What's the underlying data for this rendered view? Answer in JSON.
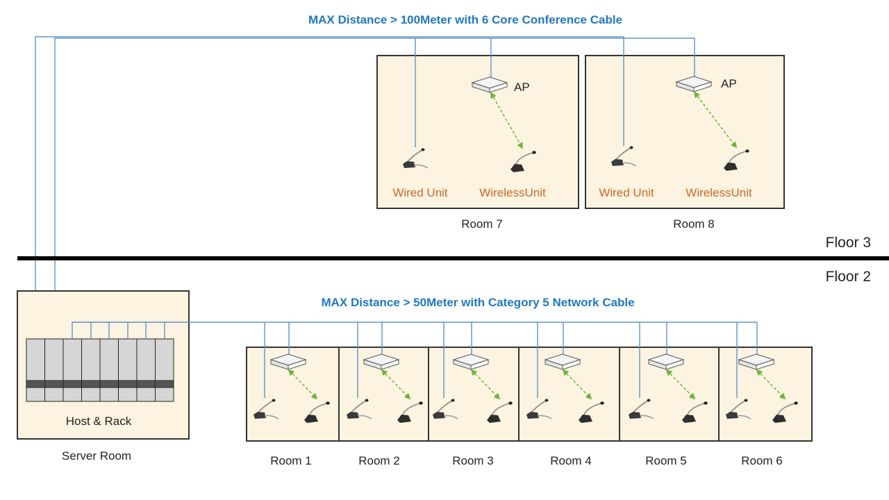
{
  "titles": {
    "floor3_cable": "MAX Distance > 100Meter with 6 Core Conference Cable",
    "floor2_cable": "MAX Distance > 50Meter with Category 5 Network Cable"
  },
  "floors": {
    "upper": "Floor 3",
    "lower": "Floor 2"
  },
  "server_room": {
    "label": "Server Room",
    "rack_label": "Host & Rack",
    "rack_slots": 8
  },
  "floor3_rooms": [
    {
      "name": "Room 7",
      "ap_label": "AP",
      "wired_label": "Wired Unit",
      "wireless_label": "WirelessUnit"
    },
    {
      "name": "Room 8",
      "ap_label": "AP",
      "wired_label": "Wired Unit",
      "wireless_label": "WirelessUnit"
    }
  ],
  "floor2_rooms": [
    {
      "name": "Room 1"
    },
    {
      "name": "Room 2"
    },
    {
      "name": "Room 3"
    },
    {
      "name": "Room 4"
    },
    {
      "name": "Room 5"
    },
    {
      "name": "Room 6"
    }
  ],
  "colors": {
    "cable": "#5b95c9",
    "wireless_link": "#6db33f",
    "room_fill": "#fcf3e0",
    "title": "#1f78c1",
    "unit_label": "#c96a2a"
  }
}
